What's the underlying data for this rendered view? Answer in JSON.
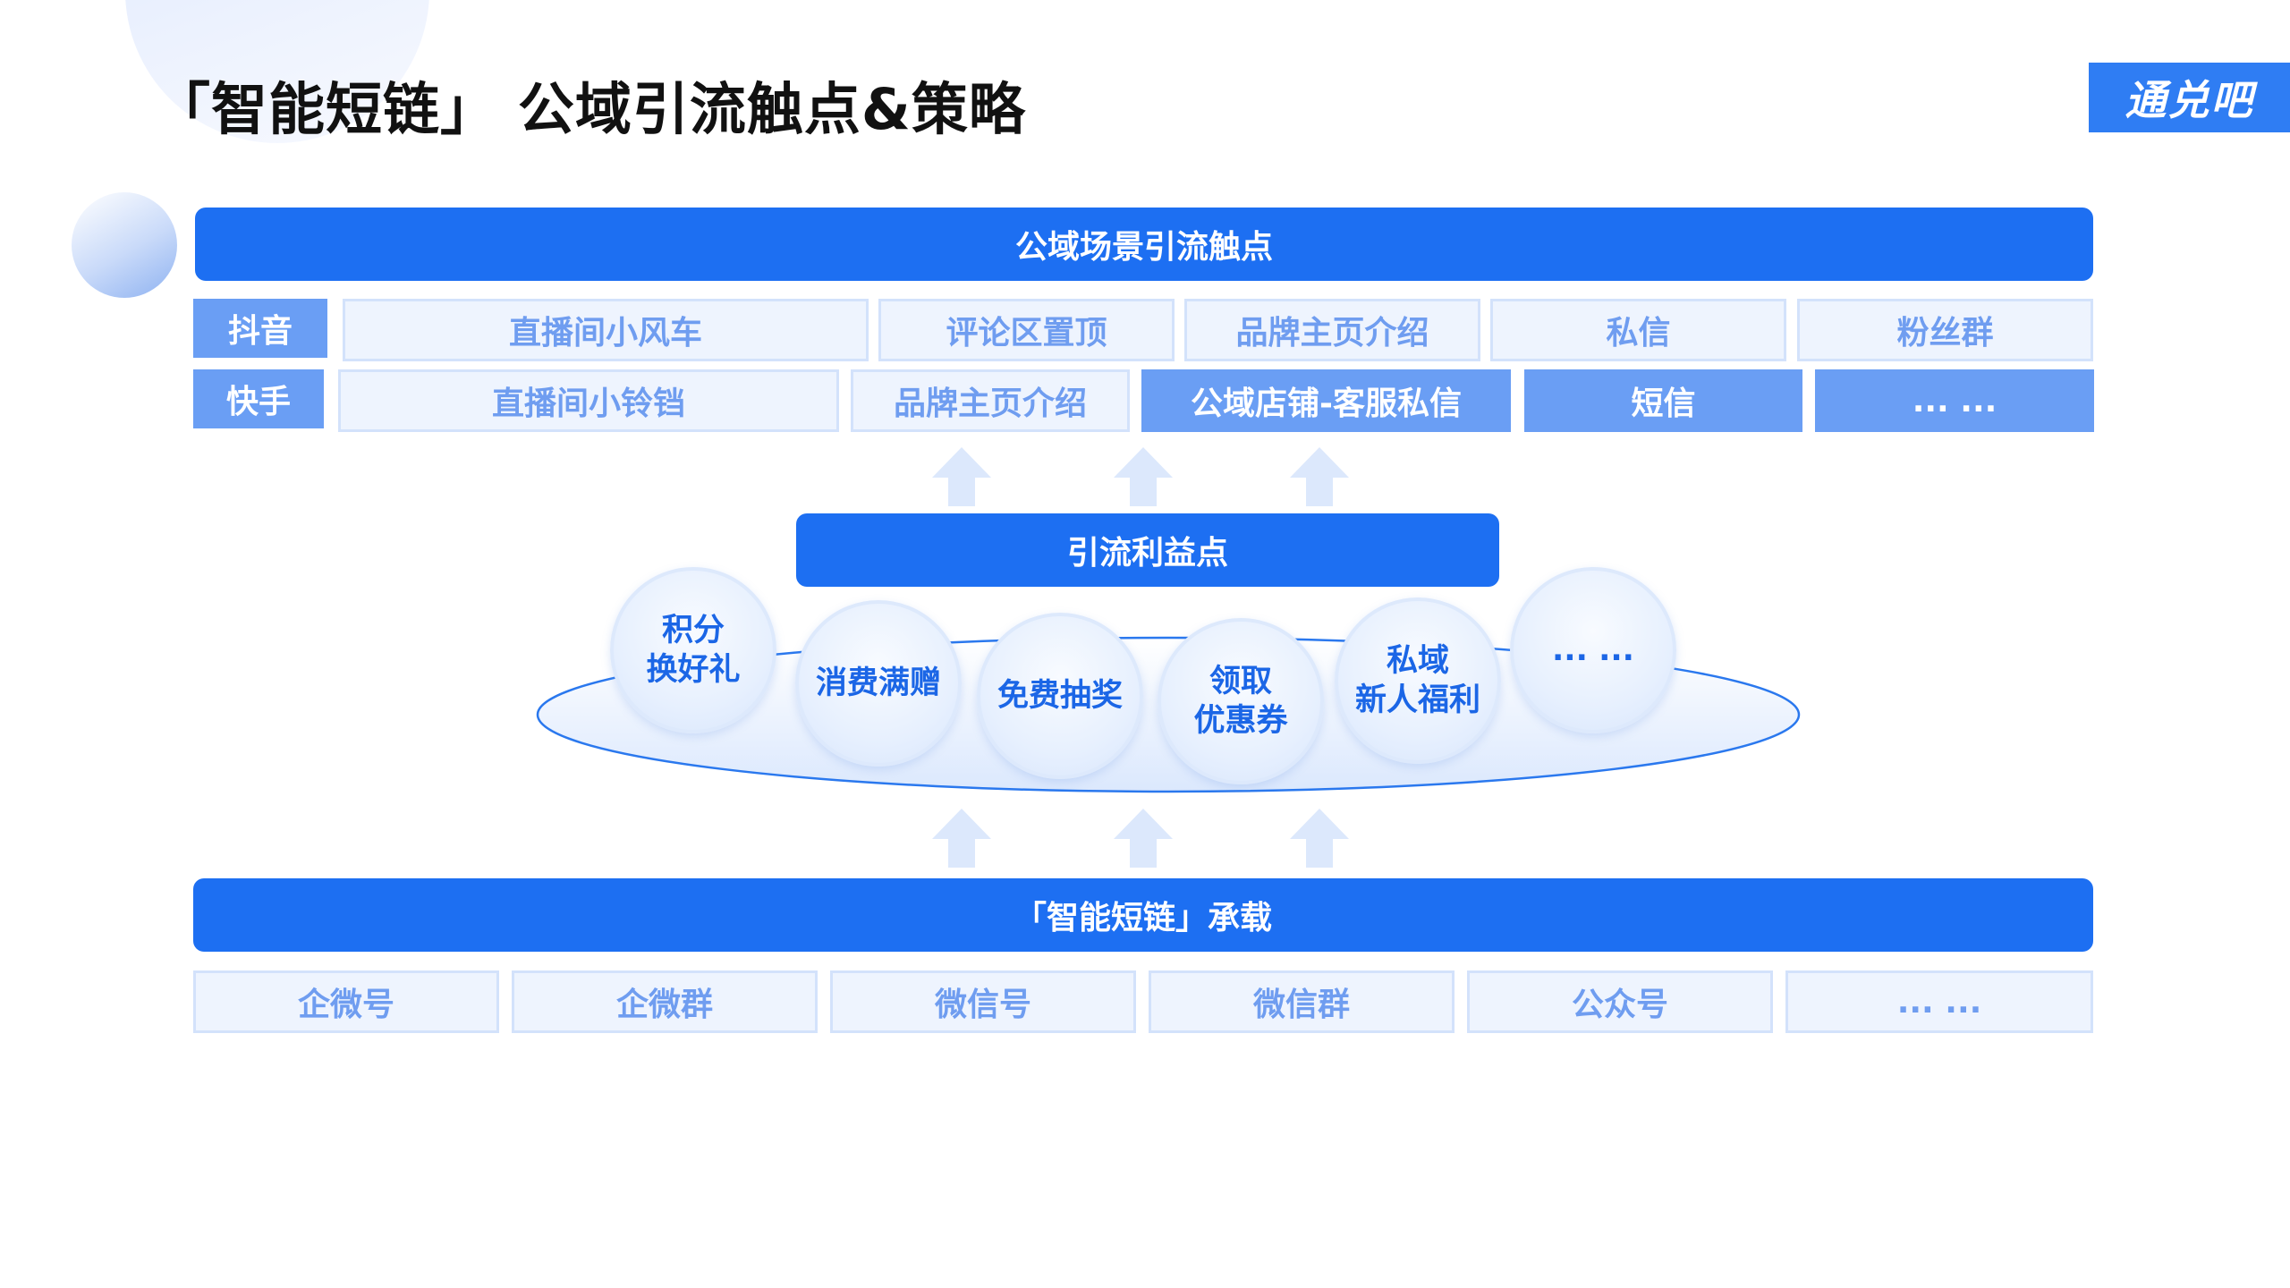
{
  "title": "「智能短链」 公域引流触点&策略",
  "logo": "通兑吧",
  "touchpoints": {
    "header": "公域场景引流触点",
    "douyin": {
      "platform": "抖音",
      "items": [
        "直播间小风车",
        "评论区置顶",
        "品牌主页介绍",
        "私信",
        "粉丝群"
      ]
    },
    "kuaishou": {
      "platform": "快手",
      "items": [
        "直播间小铃铛",
        "品牌主页介绍",
        "公域店铺-客服私信",
        "短信",
        "... ..."
      ]
    }
  },
  "benefits": {
    "header": "引流利益点",
    "items": [
      "积分\n换好礼",
      "消费满赠",
      "免费抽奖",
      "领取\n优惠券",
      "私域\n新人福利",
      "... ..."
    ]
  },
  "carriers": {
    "header": "「智能短链」承载",
    "items": [
      "企微号",
      "企微群",
      "微信号",
      "微信群",
      "公众号",
      "... ..."
    ]
  },
  "colors": {
    "primary": "#1d6ff2",
    "highlight": "#6a9ef4",
    "cell_bg": "#eef4fe",
    "cell_text": "#6f9df0",
    "arrow": "#dce8fc"
  }
}
